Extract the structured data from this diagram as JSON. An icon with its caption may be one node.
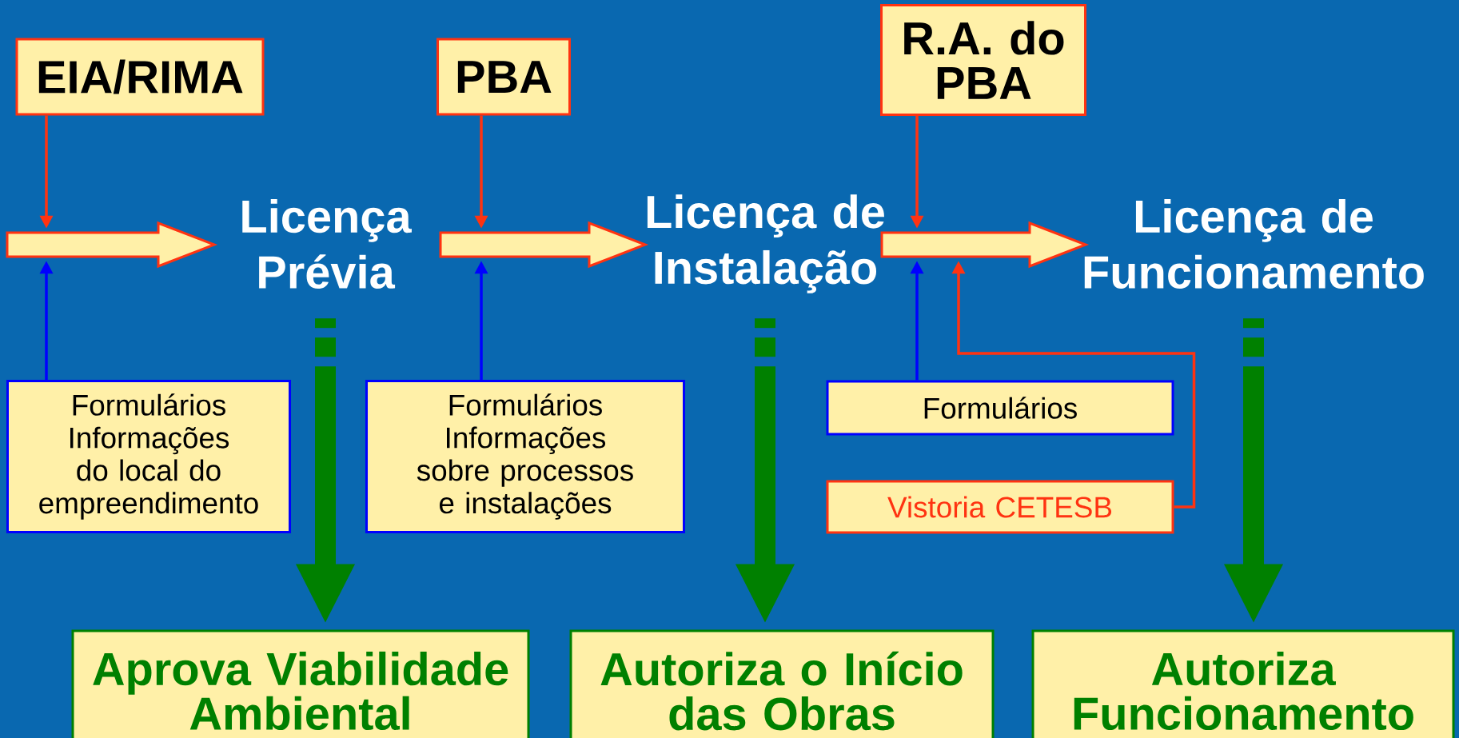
{
  "diagram": {
    "nodes": [
      {
        "text": [
          "EIA/RIMA"
        ]
      },
      {
        "text": [
          "PBA"
        ]
      },
      {
        "text": [
          "R.A. do PBA"
        ]
      },
      {
        "text": [],
        "shape": "arrow"
      },
      {
        "text": [
          "Licença Prévia"
        ]
      },
      {
        "text": [],
        "shape": "arrow"
      },
      {
        "text": [
          "Licença de Instalação"
        ]
      },
      {
        "text": [],
        "shape": "arrow"
      },
      {
        "text": [
          "Licença de Funcionamento"
        ]
      },
      {
        "text": [
          "Formulários",
          "Informações do local do empreendimento"
        ]
      },
      {
        "text": [
          "Formulários",
          "Informações sobre processos e instalações"
        ]
      },
      {
        "text": [
          "Formulários"
        ]
      },
      {
        "text": [
          "Vistoria CETESB"
        ]
      },
      {
        "text": [
          "Aprova Viabilidade Ambiental"
        ]
      },
      {
        "text": [
          "Autoriza o Início das Obras"
        ]
      },
      {
        "text": [
          "Autoriza Funcionamento"
        ]
      }
    ],
    "edges": [
      {
        "from": 0,
        "to": 3,
        "arrow": "to"
      },
      {
        "from": 1,
        "to": 5,
        "arrow": "to"
      },
      {
        "from": 2,
        "to": 7,
        "arrow": "to"
      },
      {
        "from": 9,
        "to": 3,
        "arrow": "to",
        "color": "#0000ff"
      },
      {
        "from": 10,
        "to": 5,
        "arrow": "to",
        "color": "#0000ff"
      },
      {
        "from": 11,
        "to": 7,
        "arrow": "to",
        "color": "#0000ff"
      },
      {
        "from": 12,
        "to": 7,
        "arrow": "to"
      },
      {
        "from": 4,
        "to": 13,
        "arrow": "to",
        "style": "thick",
        "color": "#008000"
      },
      {
        "from": 6,
        "to": 14,
        "arrow": "to",
        "style": "thick",
        "color": "#008000"
      },
      {
        "from": 8,
        "to": 15,
        "arrow": "to",
        "style": "thick",
        "color": "#008000"
      }
    ]
  }
}
